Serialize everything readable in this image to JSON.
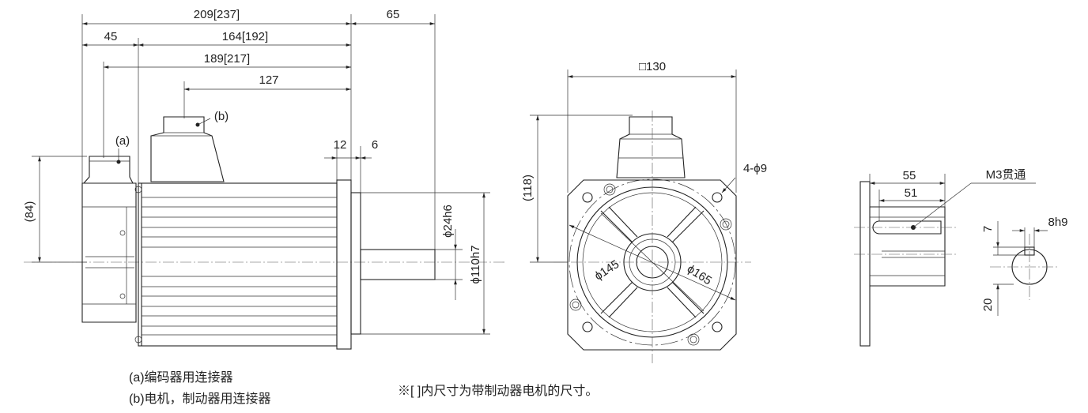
{
  "side_view": {
    "dims": {
      "overall_length": "209[237]",
      "shaft_length": "65",
      "connector_a_offset": "45",
      "body_length": "164[192]",
      "length_from_a": "189[217]",
      "connector_b_offset": "127",
      "flange_thickness": "12",
      "spigot_depth": "6",
      "shaft_diameter": "ϕ24h6",
      "spigot_diameter": "ϕ110h7",
      "connector_height": "(84)"
    },
    "callouts": {
      "a": "(a)",
      "b": "(b)"
    }
  },
  "front_view": {
    "dims": {
      "flange_square": "□130",
      "height": "(118)",
      "mounting_holes": "4-ϕ9",
      "inner_circle": "ϕ145",
      "bolt_circle": "ϕ165"
    }
  },
  "shaft_view": {
    "dims": {
      "key_length_outer": "55",
      "key_length_inner": "51",
      "thread": "M3贯通",
      "key_width": "8h9",
      "key_depth": "7",
      "shaft_offset": "20"
    }
  },
  "legend": {
    "a": "(a)编码器用连接器",
    "b": "(b)电机，制动器用连接器"
  },
  "footnote": "※[ ]内尺寸为带制动器电机的尺寸。"
}
